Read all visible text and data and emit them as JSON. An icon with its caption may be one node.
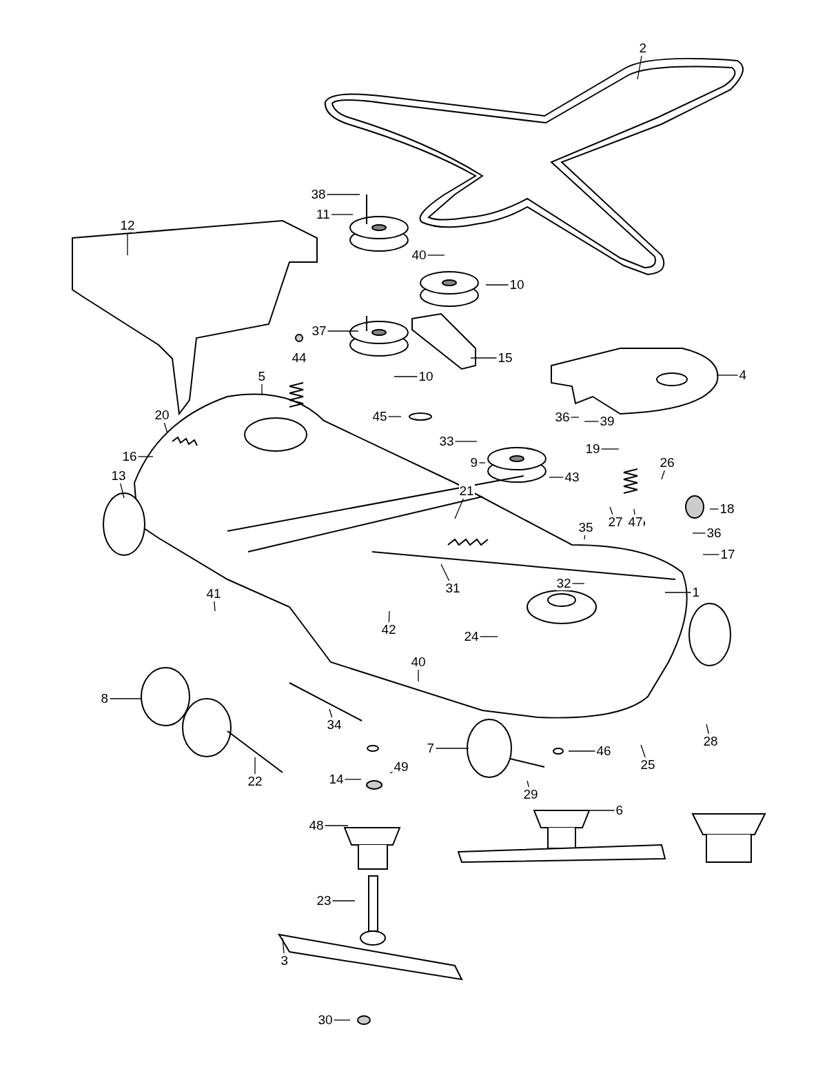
{
  "diagram": {
    "nodes": [
      {
        "text": [
          "2"
        ]
      },
      {
        "text": [
          "38"
        ]
      },
      {
        "text": [
          "11"
        ]
      },
      {
        "text": [
          "40"
        ]
      },
      {
        "text": [
          "10"
        ]
      },
      {
        "text": [
          "37"
        ]
      },
      {
        "text": [
          "12"
        ]
      },
      {
        "text": [
          "15"
        ]
      },
      {
        "text": [
          "10"
        ]
      },
      {
        "text": [
          "4"
        ]
      },
      {
        "text": [
          "5"
        ]
      },
      {
        "text": [
          "36"
        ]
      },
      {
        "text": [
          "45"
        ]
      },
      {
        "text": [
          "39"
        ]
      },
      {
        "text": [
          "33"
        ]
      },
      {
        "text": [
          "20"
        ]
      },
      {
        "text": [
          "19"
        ]
      },
      {
        "text": [
          "26"
        ]
      },
      {
        "text": [
          "16"
        ]
      },
      {
        "text": [
          "9"
        ]
      },
      {
        "text": [
          "13"
        ]
      },
      {
        "text": [
          "43"
        ]
      },
      {
        "text": [
          "18"
        ]
      },
      {
        "text": [
          "21"
        ]
      },
      {
        "text": [
          "27"
        ]
      },
      {
        "text": [
          "47"
        ]
      },
      {
        "text": [
          "35"
        ]
      },
      {
        "text": [
          "36"
        ]
      },
      {
        "text": [
          "17"
        ]
      },
      {
        "text": [
          "32"
        ]
      },
      {
        "text": [
          "31"
        ]
      },
      {
        "text": [
          "1"
        ]
      },
      {
        "text": [
          "41"
        ]
      },
      {
        "text": [
          "42"
        ]
      },
      {
        "text": [
          "24"
        ]
      },
      {
        "text": [
          "40"
        ]
      },
      {
        "text": [
          "8"
        ]
      },
      {
        "text": [
          "34"
        ]
      },
      {
        "text": [
          "7"
        ]
      },
      {
        "text": [
          "46"
        ]
      },
      {
        "text": [
          "25"
        ]
      },
      {
        "text": [
          "28"
        ]
      },
      {
        "text": [
          "14"
        ]
      },
      {
        "text": [
          "49"
        ]
      },
      {
        "text": [
          "29"
        ]
      },
      {
        "text": [
          "22"
        ]
      },
      {
        "text": [
          "6"
        ]
      },
      {
        "text": [
          "48"
        ]
      },
      {
        "text": [
          "23"
        ]
      },
      {
        "text": [
          "3"
        ]
      },
      {
        "text": [
          "30"
        ]
      },
      {
        "text": [
          "44"
        ]
      }
    ],
    "edges": [
      {
        "from": 0,
        "to": null,
        "arrow": "none"
      },
      {
        "from": 1,
        "to": null,
        "arrow": "none"
      },
      {
        "from": 2,
        "to": null,
        "arrow": "none"
      },
      {
        "from": 3,
        "to": null,
        "arrow": "none"
      },
      {
        "from": 4,
        "to": null,
        "arrow": "none"
      },
      {
        "from": 5,
        "to": null,
        "arrow": "none"
      },
      {
        "from": 6,
        "to": null,
        "arrow": "none"
      },
      {
        "from": 7,
        "to": null,
        "arrow": "none"
      },
      {
        "from": 8,
        "to": null,
        "arrow": "none"
      },
      {
        "from": 9,
        "to": null,
        "arrow": "none"
      },
      {
        "from": 10,
        "to": null,
        "arrow": "none"
      },
      {
        "from": 11,
        "to": null,
        "arrow": "none"
      },
      {
        "from": 12,
        "to": null,
        "arrow": "none"
      },
      {
        "from": 13,
        "to": null,
        "arrow": "none"
      },
      {
        "from": 14,
        "to": null,
        "arrow": "none"
      },
      {
        "from": 15,
        "to": null,
        "arrow": "none"
      },
      {
        "from": 16,
        "to": null,
        "arrow": "none"
      },
      {
        "from": 17,
        "to": null,
        "arrow": "none"
      },
      {
        "from": 18,
        "to": null,
        "arrow": "none"
      },
      {
        "from": 19,
        "to": null,
        "arrow": "none"
      },
      {
        "from": 20,
        "to": null,
        "arrow": "none"
      },
      {
        "from": 21,
        "to": null,
        "arrow": "none"
      },
      {
        "from": 22,
        "to": null,
        "arrow": "none"
      },
      {
        "from": 23,
        "to": null,
        "arrow": "none"
      },
      {
        "from": 24,
        "to": null,
        "arrow": "none"
      },
      {
        "from": 25,
        "to": null,
        "arrow": "none"
      },
      {
        "from": 26,
        "to": null,
        "arrow": "none"
      },
      {
        "from": 27,
        "to": null,
        "arrow": "none"
      },
      {
        "from": 28,
        "to": null,
        "arrow": "none"
      },
      {
        "from": 29,
        "to": null,
        "arrow": "none"
      },
      {
        "from": 30,
        "to": null,
        "arrow": "none"
      },
      {
        "from": 31,
        "to": null,
        "arrow": "none"
      },
      {
        "from": 32,
        "to": null,
        "arrow": "none"
      },
      {
        "from": 33,
        "to": null,
        "arrow": "none"
      },
      {
        "from": 34,
        "to": null,
        "arrow": "none"
      },
      {
        "from": 35,
        "to": null,
        "arrow": "none"
      },
      {
        "from": 36,
        "to": null,
        "arrow": "none"
      },
      {
        "from": 37,
        "to": null,
        "arrow": "none"
      },
      {
        "from": 38,
        "to": null,
        "arrow": "none"
      },
      {
        "from": 39,
        "to": null,
        "arrow": "none"
      },
      {
        "from": 40,
        "to": null,
        "arrow": "none"
      },
      {
        "from": 41,
        "to": null,
        "arrow": "none"
      },
      {
        "from": 42,
        "to": null,
        "arrow": "none"
      },
      {
        "from": 43,
        "to": null,
        "arrow": "none"
      },
      {
        "from": 44,
        "to": null,
        "arrow": "none"
      },
      {
        "from": 45,
        "to": null,
        "arrow": "none"
      },
      {
        "from": 46,
        "to": null,
        "arrow": "none"
      },
      {
        "from": 47,
        "to": null,
        "arrow": "none"
      },
      {
        "from": 48,
        "to": null,
        "arrow": "none"
      },
      {
        "from": 49,
        "to": null,
        "arrow": "none"
      },
      {
        "from": 50,
        "to": null,
        "arrow": "none"
      }
    ],
    "labels": []
  }
}
